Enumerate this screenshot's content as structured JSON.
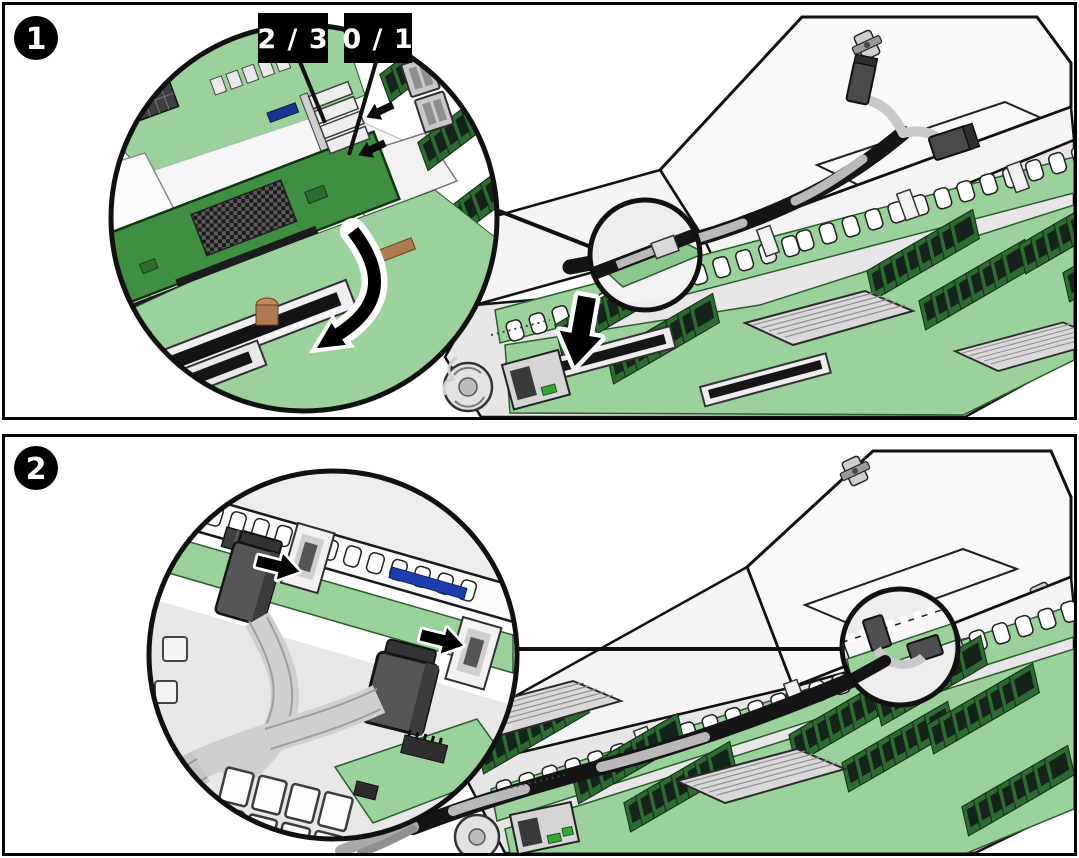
{
  "panels": [
    {
      "step_number": "1",
      "port_labels": [
        {
          "text": "2 / 3"
        },
        {
          "text": "0 / 1"
        }
      ]
    },
    {
      "step_number": "2",
      "port_labels": []
    }
  ],
  "colors": {
    "panel_border": "#000000",
    "badge_background": "#000000",
    "badge_text": "#ffffff",
    "label_background": "#000000",
    "label_text": "#ffffff",
    "callout_ring": "#111111",
    "motherboard_green": "#9bd29b",
    "card_green": "#3f8f42",
    "dimm_green": "#2e6b33",
    "chassis_gray": "#ececec",
    "chassis_white": "#f9f9f9",
    "cable_black": "#151515",
    "cable_sleeve_gray": "#b9b9b9",
    "connector_dark_gray": "#565656",
    "connector_light_gray": "#c9c9c9",
    "slot_blue": "#1d3fae",
    "standoff_brown": "#b07a50",
    "arrow_black": "#000000",
    "arrow_outline_white": "#ffffff"
  }
}
